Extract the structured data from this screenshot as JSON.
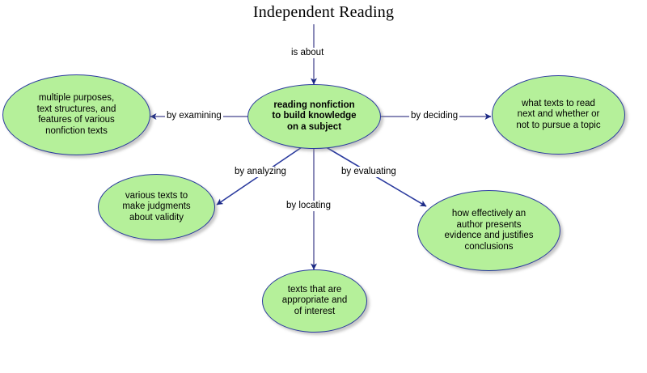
{
  "title": "Independent Reading",
  "colors": {
    "node_fill": "#b5f09a",
    "node_border": "#2a3a9e",
    "straight_connector": "#8a8ab8",
    "diagonal_connector": "#2a3a9e",
    "text": "#000000",
    "background": "#ffffff"
  },
  "nodes": {
    "central": {
      "text": "reading nonfiction\nto build knowledge\non a subject"
    },
    "left": {
      "text": "multiple purposes,\ntext structures, and\nfeatures of various\nnonfiction texts"
    },
    "right": {
      "text": "what texts to read\nnext and whether or\nnot to pursue a topic"
    },
    "lower_left": {
      "text": "various texts to\nmake judgments\nabout validity"
    },
    "bottom": {
      "text": "texts that are\nappropriate and\nof interest"
    },
    "lower_right": {
      "text": "how effectively an\nauthor presents\nevidence and justifies\nconclusions"
    }
  },
  "edges": {
    "title_to_central": "is about",
    "central_to_left": "by examining",
    "central_to_right": "by deciding",
    "central_to_lower_left": "by analyzing",
    "central_to_bottom": "by locating",
    "central_to_lower_right": "by evaluating"
  },
  "chart_data": {
    "type": "diagram",
    "diagram_kind": "concept-map",
    "root": "Independent Reading",
    "center": "reading nonfiction to build knowledge on a subject",
    "relations": [
      {
        "from": "Independent Reading",
        "label": "is about",
        "to": "reading nonfiction to build knowledge on a subject"
      },
      {
        "from": "reading nonfiction to build knowledge on a subject",
        "label": "by examining",
        "to": "multiple purposes, text structures, and features of various nonfiction texts"
      },
      {
        "from": "reading nonfiction to build knowledge on a subject",
        "label": "by deciding",
        "to": "what texts to read next and whether or not to pursue a topic"
      },
      {
        "from": "reading nonfiction to build knowledge on a subject",
        "label": "by analyzing",
        "to": "various texts to make judgments about validity"
      },
      {
        "from": "reading nonfiction to build knowledge on a subject",
        "label": "by locating",
        "to": "texts that are appropriate and of interest"
      },
      {
        "from": "reading nonfiction to build knowledge on a subject",
        "label": "by evaluating",
        "to": "how effectively an author presents evidence and justifies conclusions"
      }
    ]
  }
}
